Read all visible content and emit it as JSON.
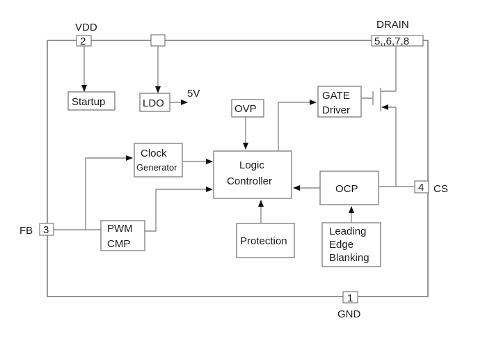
{
  "diagram": {
    "pins": {
      "vdd": {
        "name": "VDD",
        "number": "2"
      },
      "drain": {
        "name": "DRAIN",
        "number": "5,,6,7,8"
      },
      "fb": {
        "name": "FB",
        "number": "3"
      },
      "cs": {
        "name": "CS",
        "number": "4"
      },
      "gnd": {
        "name": "GND",
        "number": "1"
      }
    },
    "blocks": {
      "startup": "Startup",
      "ldo": "LDO",
      "ldo_output": "5V",
      "ovp": "OVP",
      "gate_driver": [
        "GATE",
        "Driver"
      ],
      "clock_generator": [
        "Clock",
        "Generator"
      ],
      "logic_controller": [
        "Logic",
        "Controller"
      ],
      "ocp": "OCP",
      "pwm_cmp": [
        "PWM",
        "CMP"
      ],
      "protection": "Protection",
      "leb": [
        "Leading",
        "Edge",
        "Blanking"
      ]
    }
  }
}
